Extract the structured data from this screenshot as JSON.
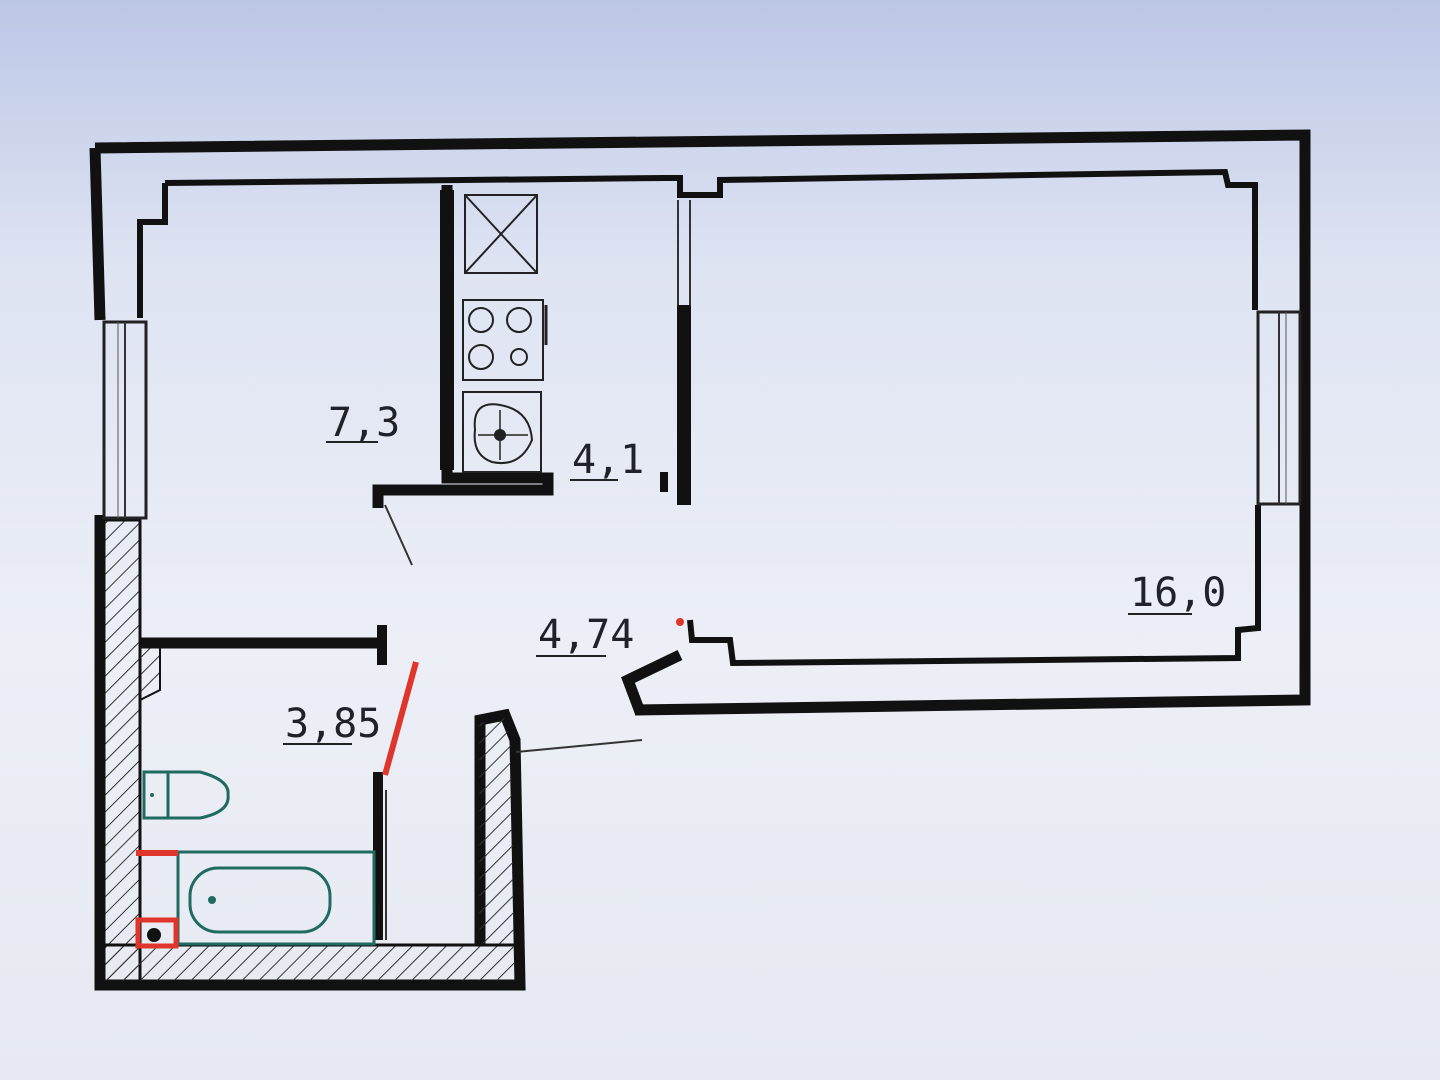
{
  "rooms": [
    {
      "id": "kitchen",
      "area_label": "7,3"
    },
    {
      "id": "niche",
      "area_label": "4,1"
    },
    {
      "id": "living",
      "area_label": "16,0"
    },
    {
      "id": "hall",
      "area_label": "4,74"
    },
    {
      "id": "bathroom",
      "area_label": "3,85"
    }
  ],
  "colors": {
    "wall": "#111111",
    "fixture": "#1f6b62",
    "accent": "#e0352b",
    "background": "#e4e8f3"
  },
  "icons": [
    "window-icon",
    "stove-icon",
    "sink-icon",
    "fridge-icon",
    "toilet-icon",
    "bathtub-icon",
    "door-icon"
  ]
}
